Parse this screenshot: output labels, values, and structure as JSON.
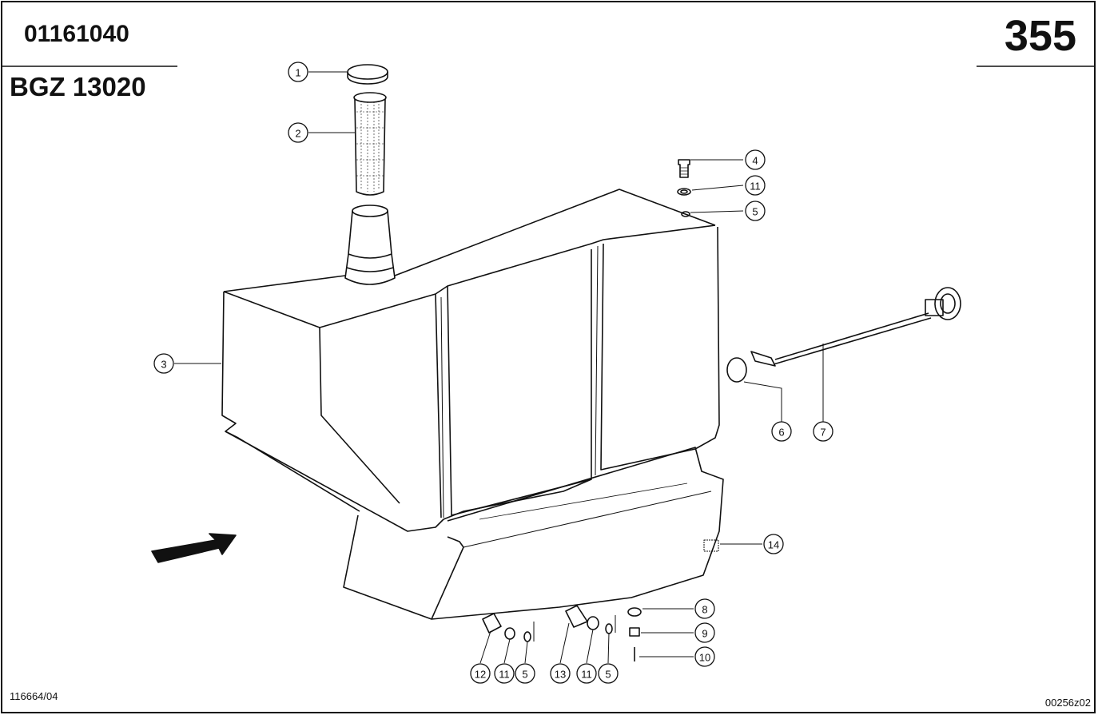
{
  "header": {
    "document_number": "01161040",
    "model_code": "BGZ 13020",
    "page_number": "355"
  },
  "footer": {
    "left_code": "116664/04",
    "right_code": "00256z02"
  },
  "callouts": [
    {
      "id": "c1",
      "label": "1"
    },
    {
      "id": "c2",
      "label": "2"
    },
    {
      "id": "c3",
      "label": "3"
    },
    {
      "id": "c4",
      "label": "4"
    },
    {
      "id": "c11a",
      "label": "11"
    },
    {
      "id": "c5a",
      "label": "5"
    },
    {
      "id": "c6",
      "label": "6"
    },
    {
      "id": "c7",
      "label": "7"
    },
    {
      "id": "c14",
      "label": "14"
    },
    {
      "id": "c8",
      "label": "8"
    },
    {
      "id": "c9",
      "label": "9"
    },
    {
      "id": "c10",
      "label": "10"
    },
    {
      "id": "c12",
      "label": "12"
    },
    {
      "id": "c11b",
      "label": "11"
    },
    {
      "id": "c5b",
      "label": "5"
    },
    {
      "id": "c13",
      "label": "13"
    },
    {
      "id": "c11c",
      "label": "11"
    },
    {
      "id": "c5c",
      "label": "5"
    }
  ]
}
